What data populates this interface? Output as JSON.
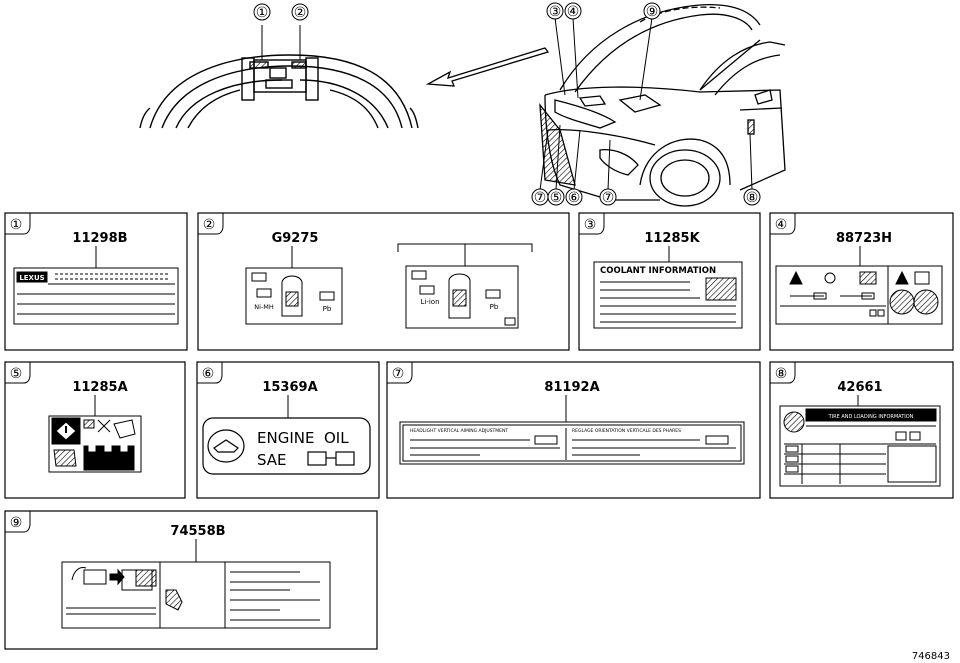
{
  "callouts": {
    "c1": "①",
    "c2": "②",
    "c3": "③",
    "c4": "④",
    "c5": "⑤",
    "c6": "⑥",
    "c7": "⑦",
    "c8": "⑧",
    "c9": "⑨"
  },
  "panels": {
    "p1": {
      "num": "①",
      "part": "11298B",
      "brand": "LEXUS"
    },
    "p2": {
      "num": "②",
      "part": "G9275",
      "hybrid_a": "Ni-MH",
      "hybrid_b": "Li-ion",
      "lead": "Pb"
    },
    "p3": {
      "num": "③",
      "part": "11285K",
      "title": "COOLANT INFORMATION"
    },
    "p4": {
      "num": "④",
      "part": "88723H"
    },
    "p5": {
      "num": "⑤",
      "part": "11285A"
    },
    "p6": {
      "num": "⑥",
      "part": "15369A",
      "line1": "ENGINE  OIL",
      "line2": "SAE"
    },
    "p7": {
      "num": "⑦",
      "part": "81192A",
      "left_text": "HEADLIGHT VERTICAL AIMING ADJUSTMENT",
      "right_text": "REGLAGE ORIENTATION VERTICALE DES PHARES"
    },
    "p8": {
      "num": "⑧",
      "part": "42661",
      "title": "TIRE AND LOADING INFORMATION"
    },
    "p9": {
      "num": "⑨",
      "part": "74558B"
    }
  },
  "figure_id": "746843"
}
